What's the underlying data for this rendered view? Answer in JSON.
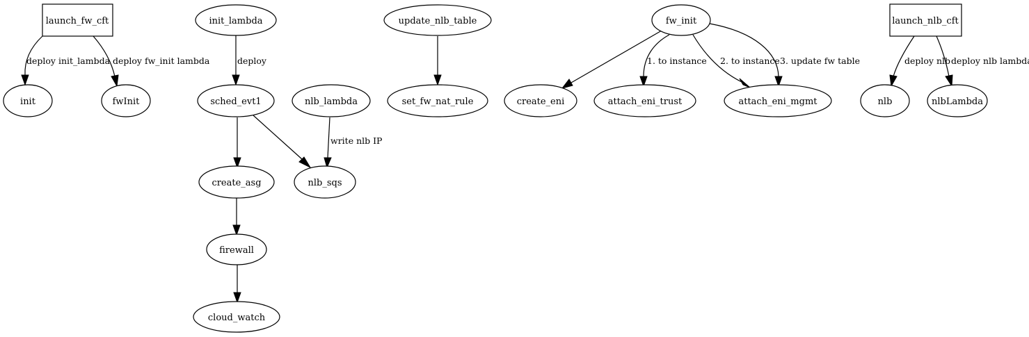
{
  "nodes": {
    "launch_fw_cft": "launch_fw_cft",
    "init": "init",
    "fwInit": "fwInit",
    "init_lambda": "init_lambda",
    "sched_evt1": "sched_evt1",
    "create_asg": "create_asg",
    "firewall": "firewall",
    "cloud_watch": "cloud_watch",
    "nlb_lambda": "nlb_lambda",
    "nlb_sqs": "nlb_sqs",
    "update_nlb_table": "update_nlb_table",
    "set_fw_nat_rule": "set_fw_nat_rule",
    "fw_init": "fw_init",
    "create_eni": "create_eni",
    "attach_eni_trust": "attach_eni_trust",
    "attach_eni_mgmt": "attach_eni_mgmt",
    "launch_nlb_cft": "launch_nlb_cft",
    "nlb": "nlb",
    "nlbLambda": "nlbLambda"
  },
  "edges": {
    "launch_fw_cft_init": "deploy init_lambda",
    "launch_fw_cft_fwInit": "deploy fw_init lambda",
    "init_lambda_sched_evt1": "deploy",
    "nlb_lambda_nlb_sqs": "write nlb IP",
    "fw_init_attach_eni_trust": "1. to instance",
    "fw_init_attach_eni_mgmt_to_instance": "2. to instance",
    "fw_init_attach_eni_mgmt_update": "3. update fw table",
    "launch_nlb_cft_nlb": "deploy nlb",
    "launch_nlb_cft_nlbLambda": "deploy nlb lambda"
  }
}
